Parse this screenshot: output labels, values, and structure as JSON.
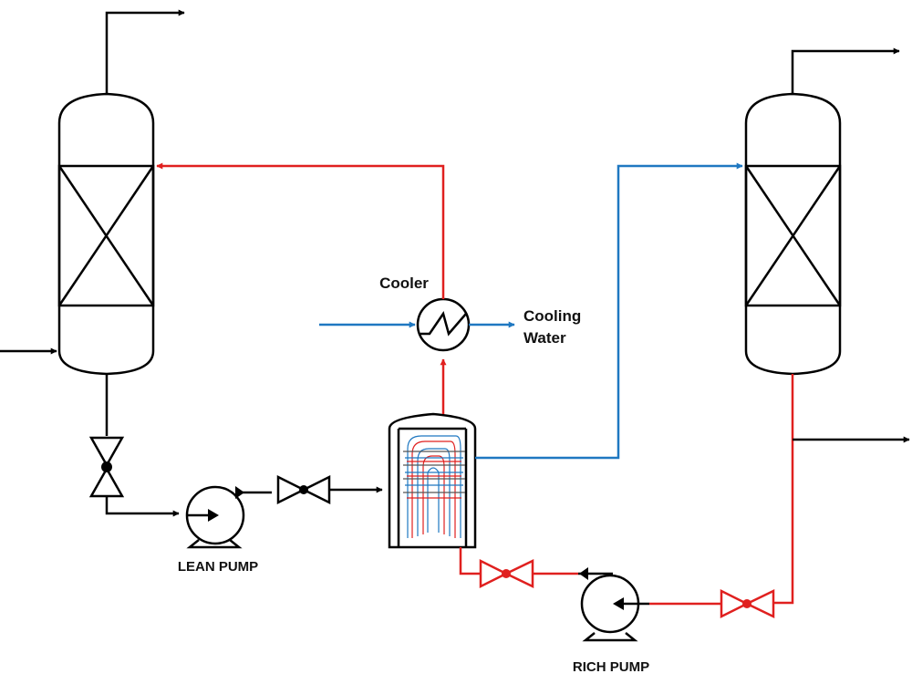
{
  "labels": {
    "cooler": "Cooler",
    "cooling_water_1": "Cooling",
    "cooling_water_2": "Water",
    "lean_pump": "LEAN PUMP",
    "rich_pump": "RICH PUMP"
  },
  "colors": {
    "hot_stream": "#e0201f",
    "cold_stream": "#1f78c1",
    "equipment": "#000000"
  },
  "icons": {
    "absorber": "packed-column-icon",
    "stripper": "packed-column-icon",
    "cooler": "heat-exchanger-icon",
    "exchanger": "shell-and-tube-exchanger-icon",
    "pump": "centrifugal-pump-icon",
    "valve": "gate-valve-icon"
  }
}
